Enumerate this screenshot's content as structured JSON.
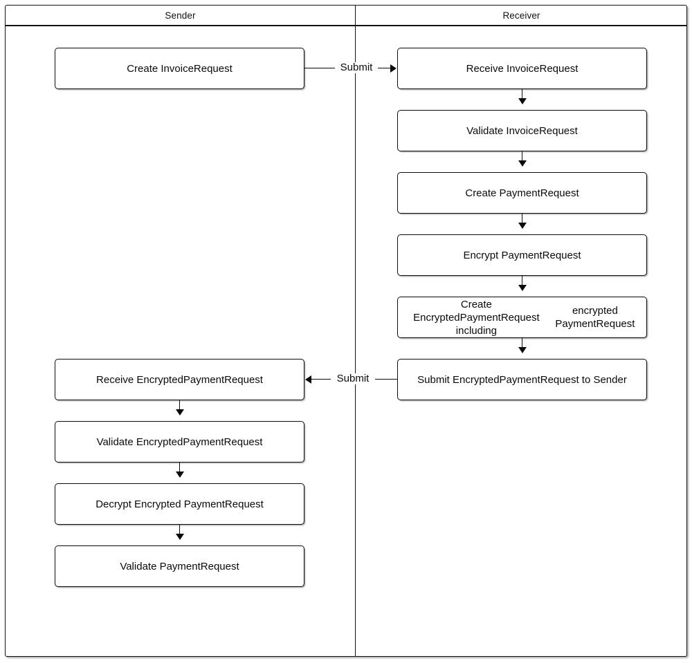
{
  "diagram": {
    "type": "swimlane-flowchart",
    "lanes": [
      {
        "id": "sender",
        "label": "Sender"
      },
      {
        "id": "receiver",
        "label": "Receiver"
      }
    ],
    "nodes": [
      {
        "id": "n1",
        "lane": "sender",
        "label": "Create InvoiceRequest"
      },
      {
        "id": "n2",
        "lane": "receiver",
        "label": "Receive InvoiceRequest"
      },
      {
        "id": "n3",
        "lane": "receiver",
        "label": "Validate InvoiceRequest"
      },
      {
        "id": "n4",
        "lane": "receiver",
        "label": "Create PaymentRequest"
      },
      {
        "id": "n5",
        "lane": "receiver",
        "label": "Encrypt PaymentRequest"
      },
      {
        "id": "n6",
        "lane": "receiver",
        "label_line1": "Create EncryptedPaymentRequest including",
        "label_line2": "encrypted PaymentRequest"
      },
      {
        "id": "n7",
        "lane": "receiver",
        "label": "Submit EncryptedPaymentRequest to Sender"
      },
      {
        "id": "n8",
        "lane": "sender",
        "label": "Receive EncryptedPaymentRequest"
      },
      {
        "id": "n9",
        "lane": "sender",
        "label": "Validate EncryptedPaymentRequest"
      },
      {
        "id": "n10",
        "lane": "sender",
        "label": "Decrypt Encrypted PaymentRequest"
      },
      {
        "id": "n11",
        "lane": "sender",
        "label": "Validate PaymentRequest"
      }
    ],
    "edges": [
      {
        "from": "n1",
        "to": "n2",
        "label": "Submit",
        "direction": "right"
      },
      {
        "from": "n2",
        "to": "n3",
        "label": "",
        "direction": "down"
      },
      {
        "from": "n3",
        "to": "n4",
        "label": "",
        "direction": "down"
      },
      {
        "from": "n4",
        "to": "n5",
        "label": "",
        "direction": "down"
      },
      {
        "from": "n5",
        "to": "n6",
        "label": "",
        "direction": "down"
      },
      {
        "from": "n6",
        "to": "n7",
        "label": "",
        "direction": "down"
      },
      {
        "from": "n7",
        "to": "n8",
        "label": "Submit",
        "direction": "left"
      },
      {
        "from": "n8",
        "to": "n9",
        "label": "",
        "direction": "down"
      },
      {
        "from": "n9",
        "to": "n10",
        "label": "",
        "direction": "down"
      },
      {
        "from": "n10",
        "to": "n11",
        "label": "",
        "direction": "down"
      }
    ],
    "colors": {
      "stroke": "#0a0a0a",
      "fill": "#ffffff",
      "text": "#0a0a0a",
      "background": "#ffffff"
    }
  }
}
